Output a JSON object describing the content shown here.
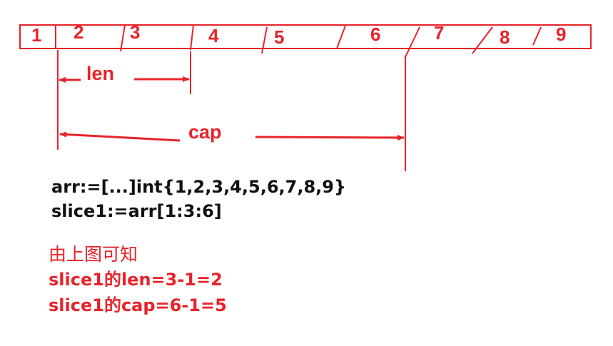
{
  "array": {
    "cells": [
      "1",
      "2",
      "3",
      "4",
      "5",
      "6",
      "7",
      "8",
      "9"
    ]
  },
  "labels": {
    "len": "len",
    "cap": "cap"
  },
  "code": {
    "line1": "arr:=[...]int{1,2,3,4,5,6,7,8,9}",
    "line2": "slice1:=arr[1:3:6]"
  },
  "notes": {
    "title": "由上图可知",
    "len_line": "slice1的len=3-1=2",
    "cap_line": "slice1的cap=6-1=5"
  },
  "colors": {
    "accent": "#e8232a",
    "code_text": "#111111",
    "background": "#ffffff"
  }
}
